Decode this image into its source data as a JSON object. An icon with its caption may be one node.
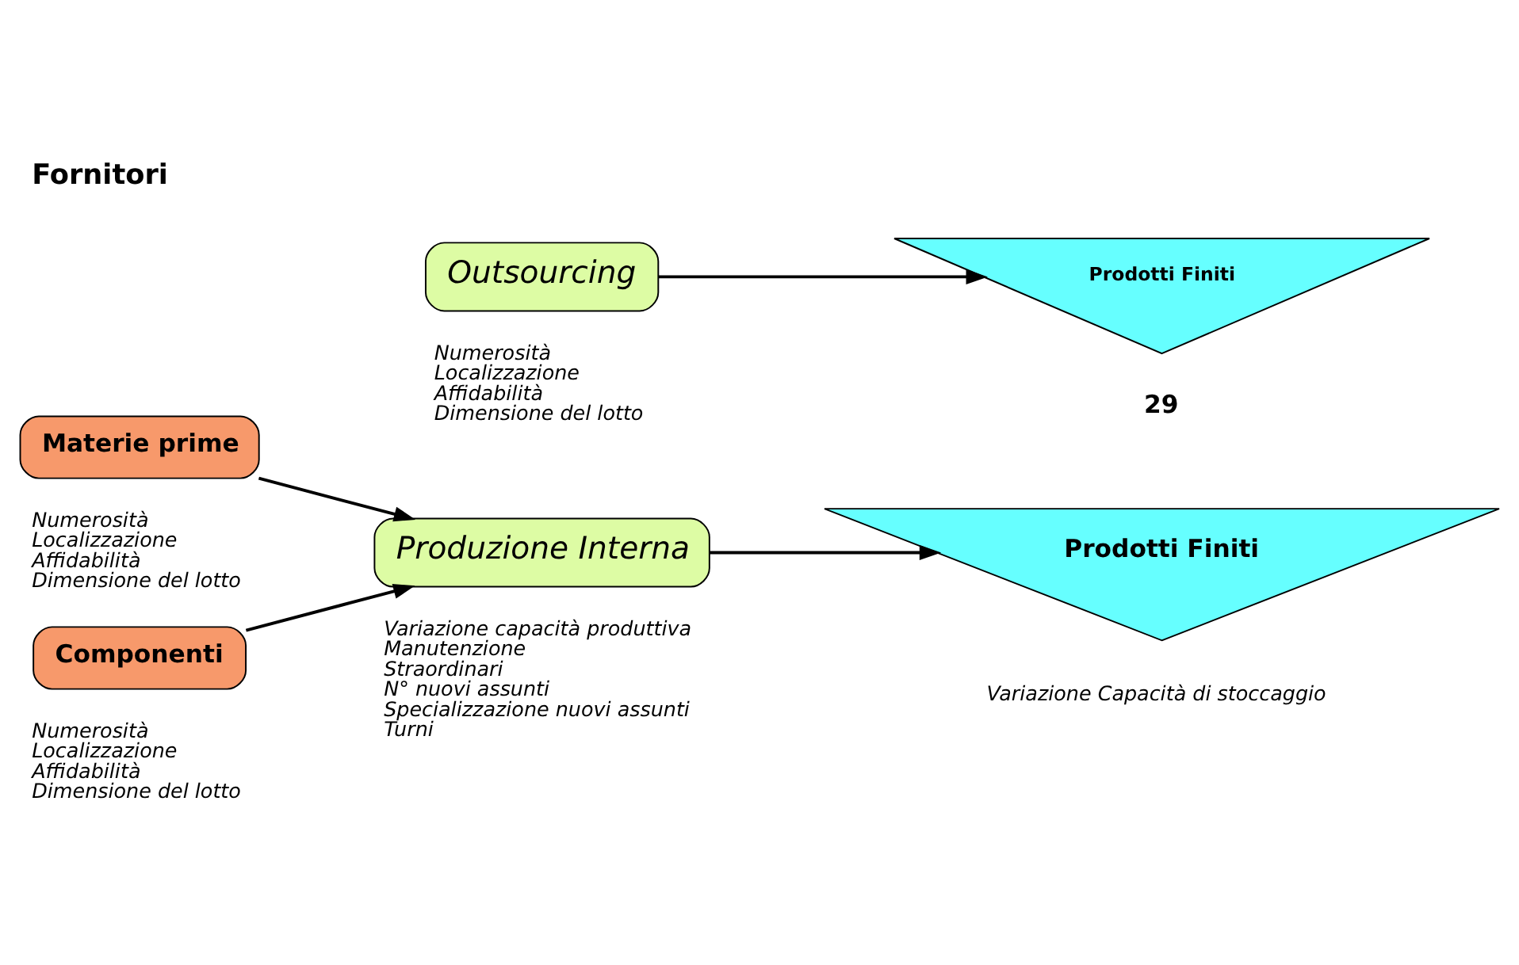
{
  "diagram": {
    "title": "Fornitori",
    "nodes": [
      {
        "text": [
          "Materie prime"
        ],
        "beside": [
          "Numerosità",
          "Localizzazione",
          "Affidabilità",
          "Dimensione del lotto"
        ]
      },
      {
        "text": [
          "Componenti"
        ],
        "beside": [
          "Numerosità",
          "Localizzazione",
          "Affidabilità",
          "Dimensione del lotto"
        ]
      },
      {
        "text": [
          "Produzione Interna"
        ],
        "beside": [
          "Variazione capacità produttiva",
          "Manutenzione",
          "Straordinari",
          "N° nuovi assunti",
          "Specializzazione nuovi assunti",
          "Turni"
        ]
      },
      {
        "text": [
          "Prodotti Finiti"
        ],
        "beside": [
          "Variazione Capacità di stoccaggio"
        ]
      },
      {
        "text": [
          "Outsourcing"
        ],
        "beside": [
          "Numerosità",
          "Localizzazione",
          "Affidabilità",
          "Dimensione del lotto"
        ]
      },
      {
        "text": [
          "Prodotti Finiti"
        ]
      }
    ],
    "edges": [
      {
        "from": 0,
        "to": 2,
        "arrow": "to"
      },
      {
        "from": 1,
        "to": 2,
        "arrow": "to"
      },
      {
        "from": 2,
        "to": 3,
        "arrow": "to"
      },
      {
        "from": 4,
        "to": 5,
        "arrow": "to"
      }
    ],
    "labels": [
      "29"
    ]
  }
}
